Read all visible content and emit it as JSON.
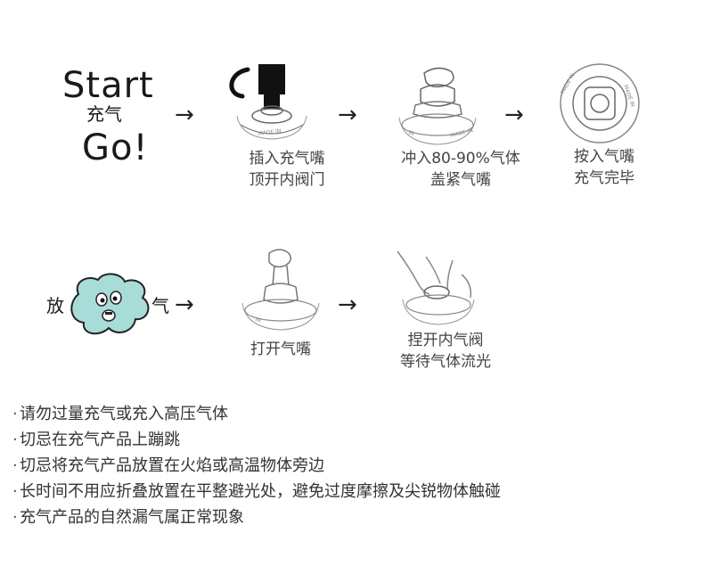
{
  "intro": {
    "start": "Start",
    "inflate": "充气",
    "go": "Go!"
  },
  "step1": {
    "line1": "插入充气嘴",
    "line2": "顶开内阀门"
  },
  "step2": {
    "line1": "冲入80-90%气体",
    "line2": "盖紧气嘴"
  },
  "step3": {
    "line1": "按入气嘴",
    "line2": "充气完毕"
  },
  "deflate": {
    "left": "放",
    "right": "气"
  },
  "step4": {
    "line1": "打开气嘴"
  },
  "step5": {
    "line1": "捏开内气阀",
    "line2": "等待气体流光"
  },
  "valve_stamp": "MADE IN",
  "arrow_glyph": "→",
  "notes": [
    "请勿过量充气或充入高压气体",
    "切忌在充气产品上蹦跳",
    "切忌将充气产品放置在火焰或高温物体旁边",
    "长时间不用应折叠放置在平整避光处，避免过度摩擦及尖锐物体触碰",
    "充气产品的自然漏气属正常现象"
  ],
  "note_bullet": "·"
}
